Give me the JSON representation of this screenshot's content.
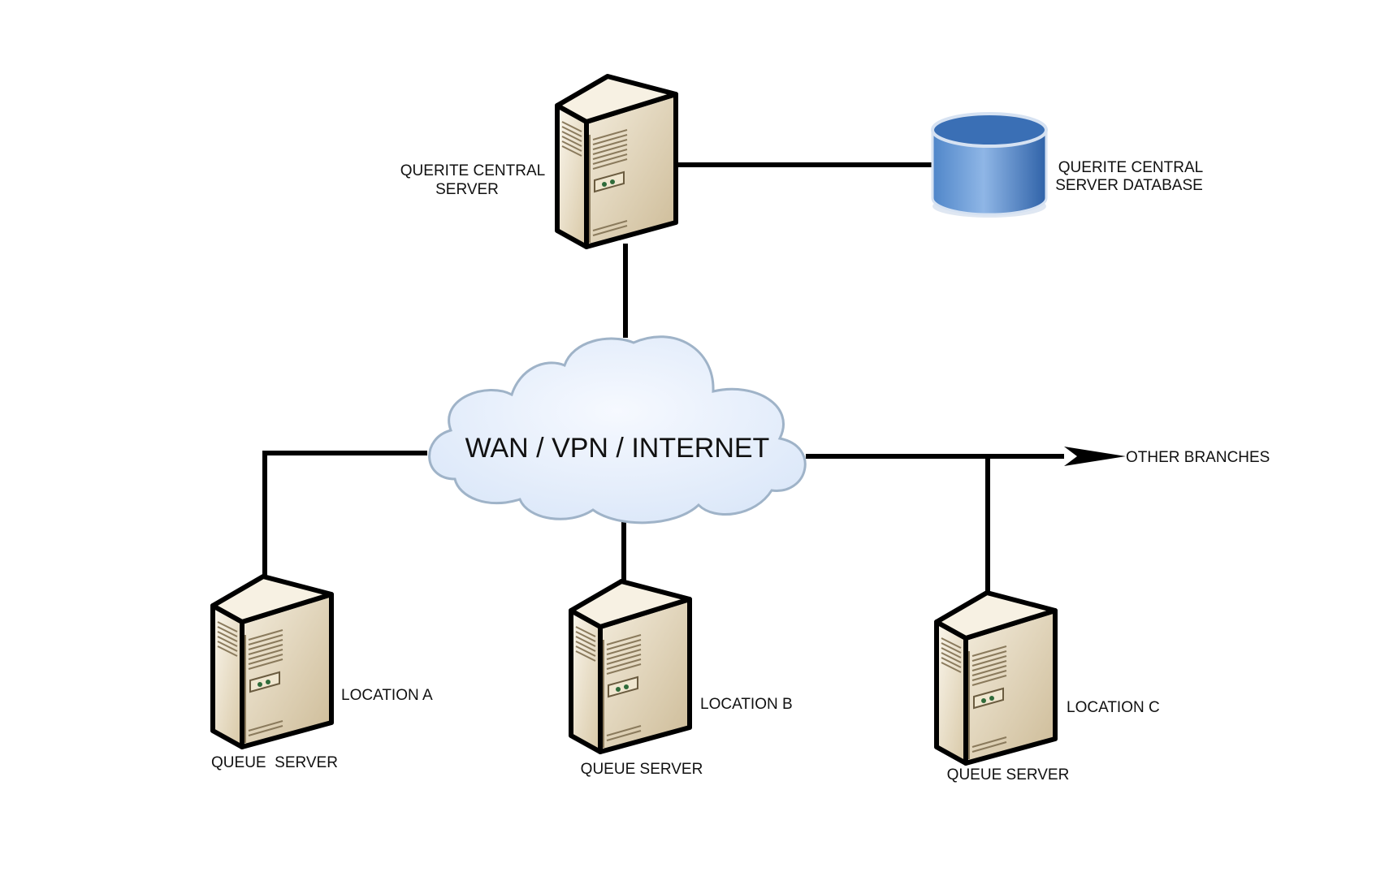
{
  "cloud": {
    "label": "WAN / VPN / INTERNET",
    "fill": "#e6effb",
    "stroke": "#9fb3c8"
  },
  "central_server": {
    "label_line1": "QUERITE CENTRAL",
    "label_line2": "SERVER",
    "icon": "server-tower-icon"
  },
  "database": {
    "label_line1": "QUERITE CENTRAL",
    "label_line2": "SERVER DATABASE",
    "icon": "database-cylinder-icon",
    "color": "#3f78c0"
  },
  "other_branches": {
    "label": "OTHER BRANCHES"
  },
  "locations": [
    {
      "location": "LOCATION A",
      "role": "QUEUE  SERVER"
    },
    {
      "location": "LOCATION B",
      "role": "QUEUE SERVER"
    },
    {
      "location": "LOCATION C",
      "role": "QUEUE SERVER"
    }
  ],
  "colors": {
    "server_body": "#e6dcc4",
    "server_outline": "#000000",
    "link": "#000000"
  }
}
